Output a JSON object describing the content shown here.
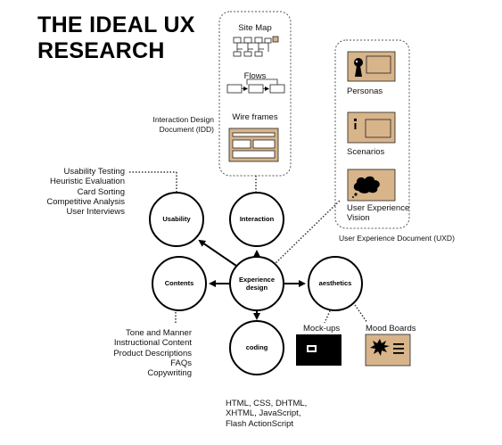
{
  "title_lines": [
    "THE IDEAL UX",
    "RESEARCH"
  ],
  "nodes": {
    "center": [
      "Experience",
      "design"
    ],
    "usability": "Usability",
    "interaction": "Interaction",
    "contents": "Contents",
    "aesthetics": "aesthetics",
    "coding": "coding"
  },
  "idd": {
    "label_lines": [
      "Interaction Design",
      "Document (IDD)"
    ],
    "items": [
      "Site Map",
      "Flows",
      "Wire frames"
    ]
  },
  "uxd": {
    "label": "User Experience Document (UXD)",
    "items": [
      "Personas",
      "Scenarios",
      "User Experience",
      "Vision"
    ]
  },
  "usability_methods": [
    "Usability Testing",
    "Heuristic Evaluation",
    "Card Sorting",
    "Competitive Analysis",
    "User Interviews"
  ],
  "content_items": [
    "Tone and Manner",
    "Instructional Content",
    "Product Descriptions",
    "FAQs",
    "Copywriting"
  ],
  "coding_items": [
    "HTML, CSS, DHTML,",
    "XHTML, JavaScript,",
    "Flash ActionScript"
  ],
  "aesthetic_items": [
    "Mock-ups",
    "Mood Boards"
  ],
  "colors": {
    "card_fill": "#d8b48a",
    "line": "#000000",
    "dotted": "#333333"
  }
}
